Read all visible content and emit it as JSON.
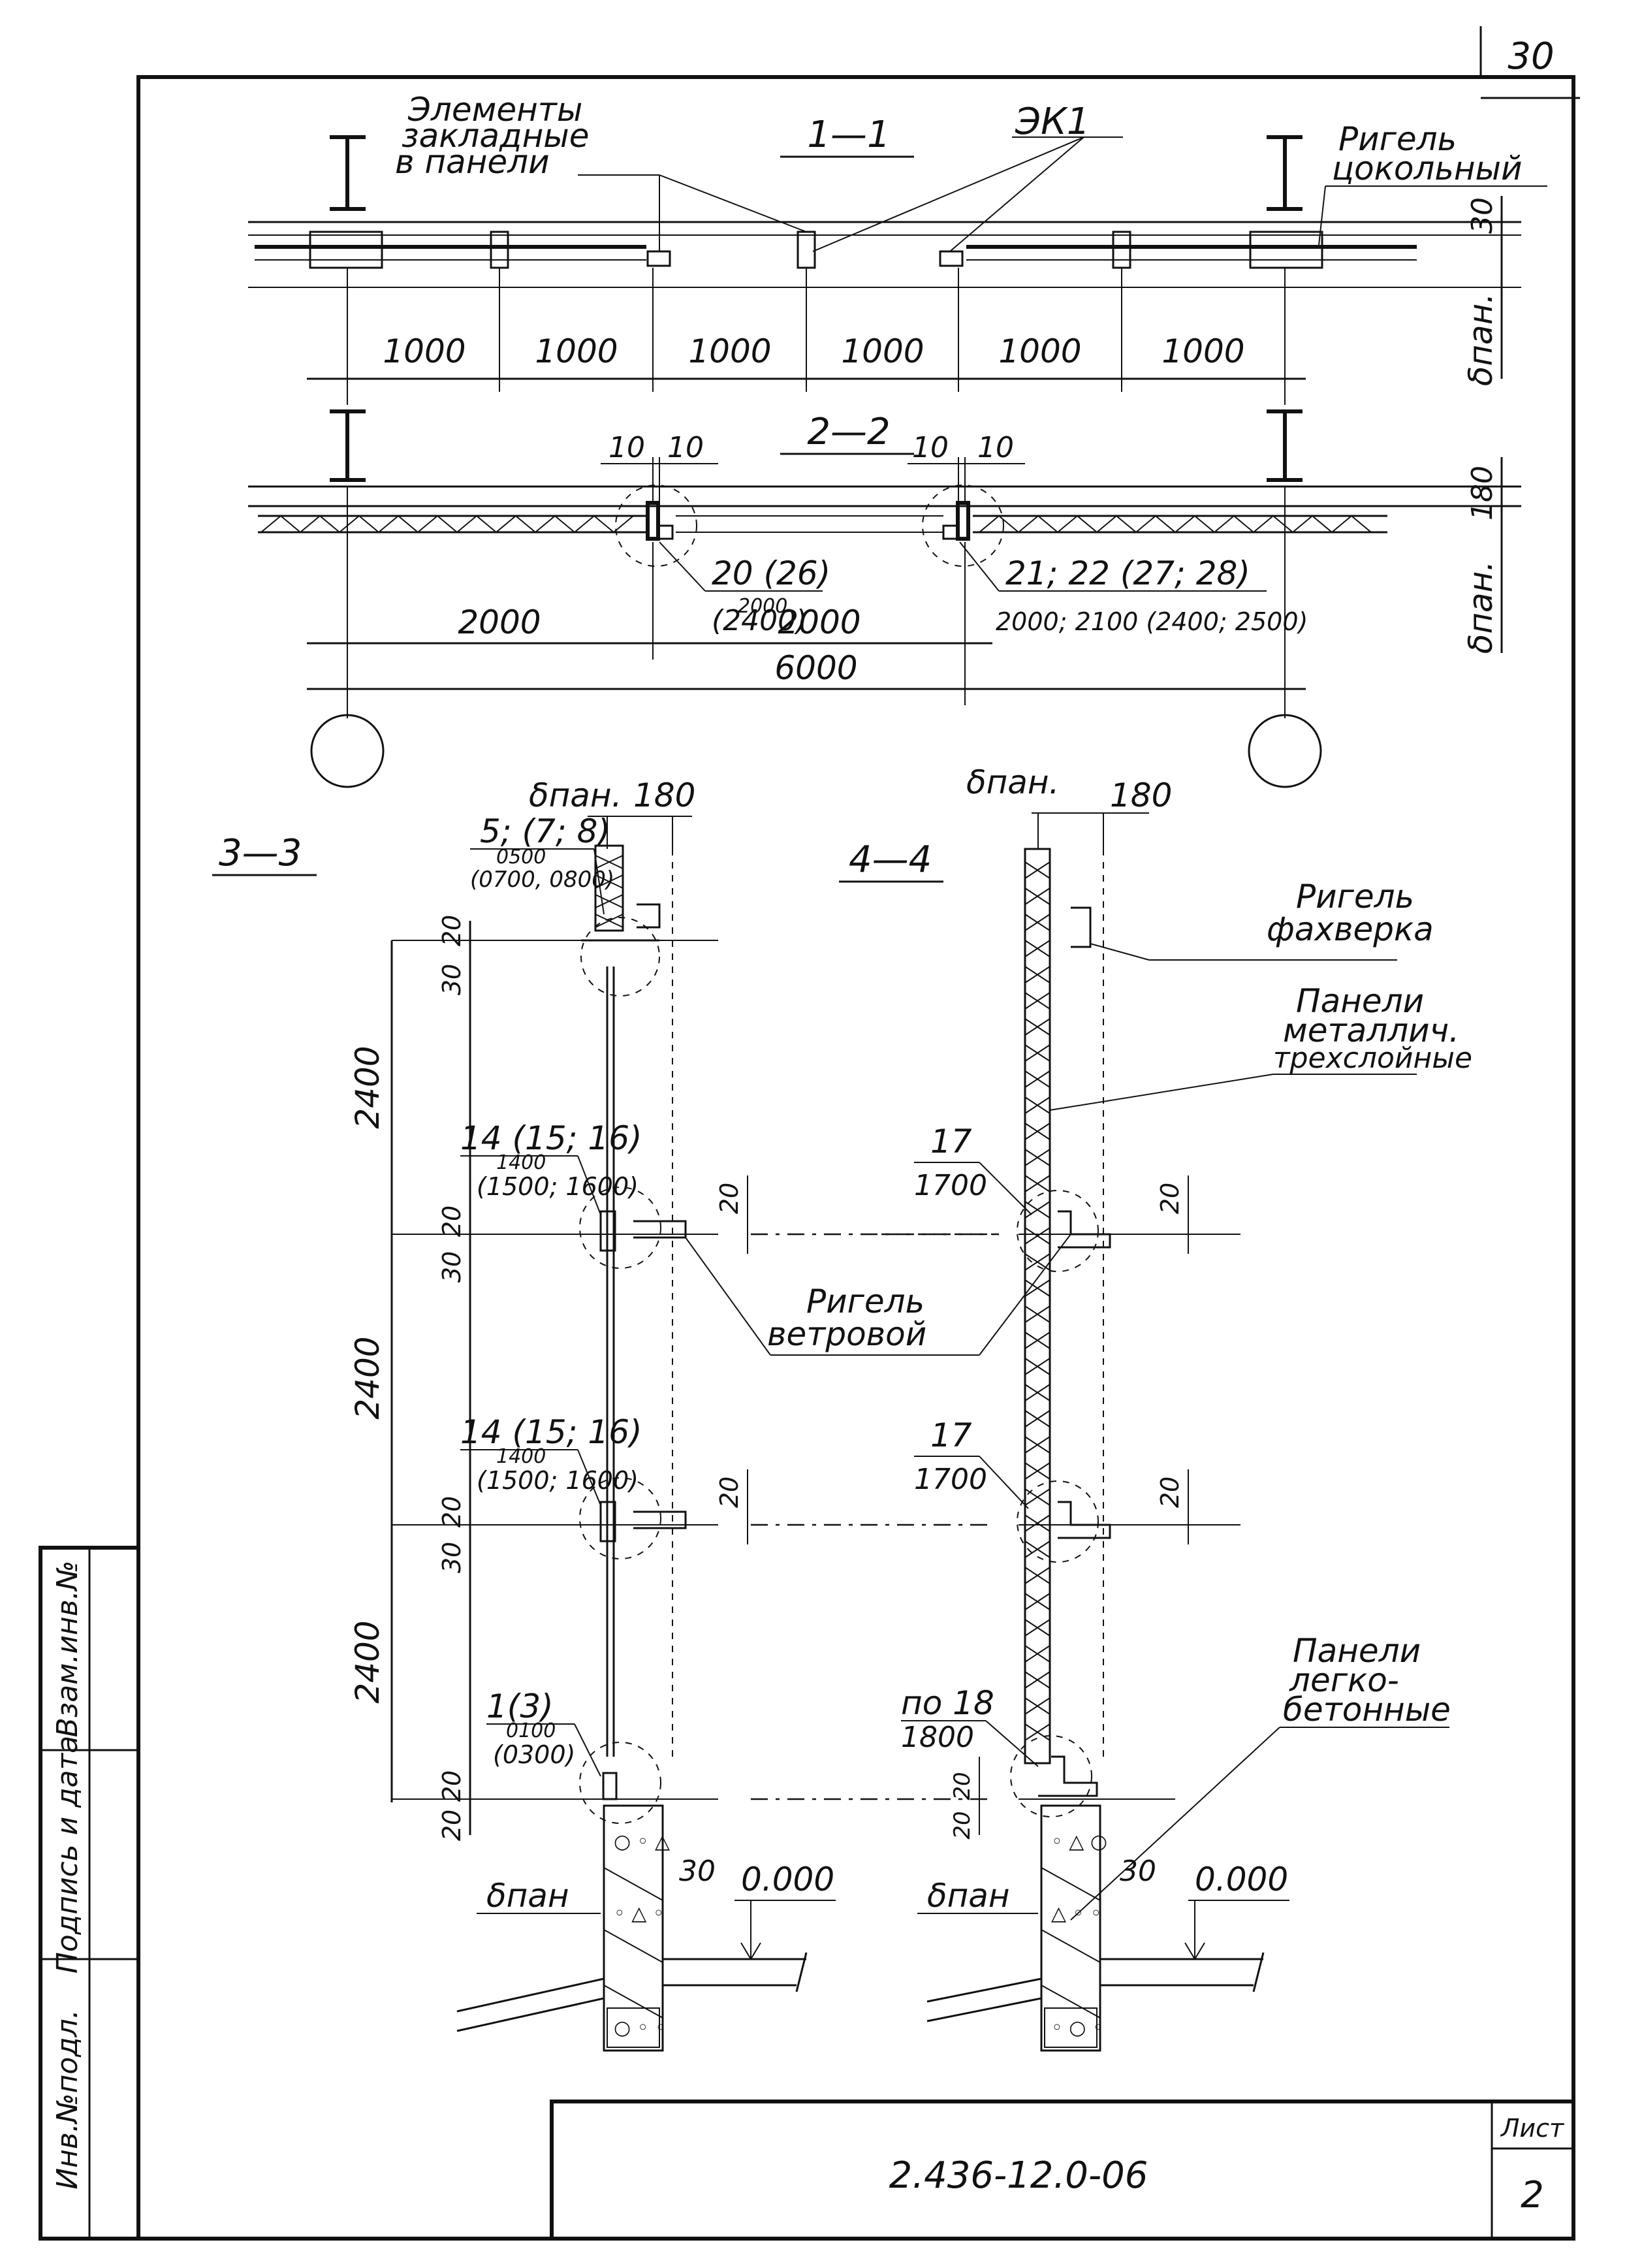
{
  "page_number": "30",
  "sections": {
    "s11": "1—1",
    "s22": "2—2",
    "s33": "3—3",
    "s44": "4—4"
  },
  "labels": {
    "embedded_1": "Элементы",
    "embedded_2": "закладные",
    "embedded_3": "в панели",
    "ek1": "ЭК1",
    "rigel_tsok_1": "Ригель",
    "rigel_tsok_2": "цокольный",
    "rigel_fakh_1": "Ригель",
    "rigel_fakh_2": "фахверка",
    "panel_metal_1": "Панели",
    "panel_metal_2": "металлич.",
    "panel_metal_3": "трехслойные",
    "rigel_veter_1": "Ригель",
    "rigel_veter_2": "ветровой",
    "panel_light_1": "Панели",
    "panel_light_2": "легко-",
    "panel_light_3": "бетонные",
    "delta_pan": "δпан.",
    "delta_pan_a": "δпан.",
    "delta_pan_b": "δпан",
    "delta_pan_c": "δпан",
    "delta_pan_v1": "δпан.",
    "delta_pan_v2": "δпан."
  },
  "dims": {
    "d1000": "1000",
    "d10": "10",
    "d2000": "2000",
    "d6000": "6000",
    "d180": "180",
    "d30": "30",
    "d20": "20",
    "d2400": "2400",
    "zero": "0.000"
  },
  "marks": {
    "m20_1": "20 (26)",
    "m20_2": "2000",
    "m20_3": "(2400)",
    "m21_1": "21; 22 (27; 28)",
    "m21_2": "2000; 2100 (2400; 2500)",
    "m5_1": "5; (7; 8)",
    "m5_2": "0500",
    "m5_3": "(0700, 0800)",
    "m14_1": "14 (15; 16)",
    "m14_2": "1400",
    "m14_3": "(1500; 1600)",
    "m1_1": "1(3)",
    "m1_2": "0100",
    "m1_3": "(0300)",
    "m17_1": "17",
    "m17_2": "1700",
    "m18_1": "по 18",
    "m18_2": "1800"
  },
  "stamp": {
    "code": "2.436-12.0-06",
    "sheet_label": "Лист",
    "sheet_no": "2"
  },
  "side_stamp": {
    "inv_podl": "Инв.№подл.",
    "podpis": "Подпись и дата",
    "vzam": "Взам.инв.№"
  }
}
